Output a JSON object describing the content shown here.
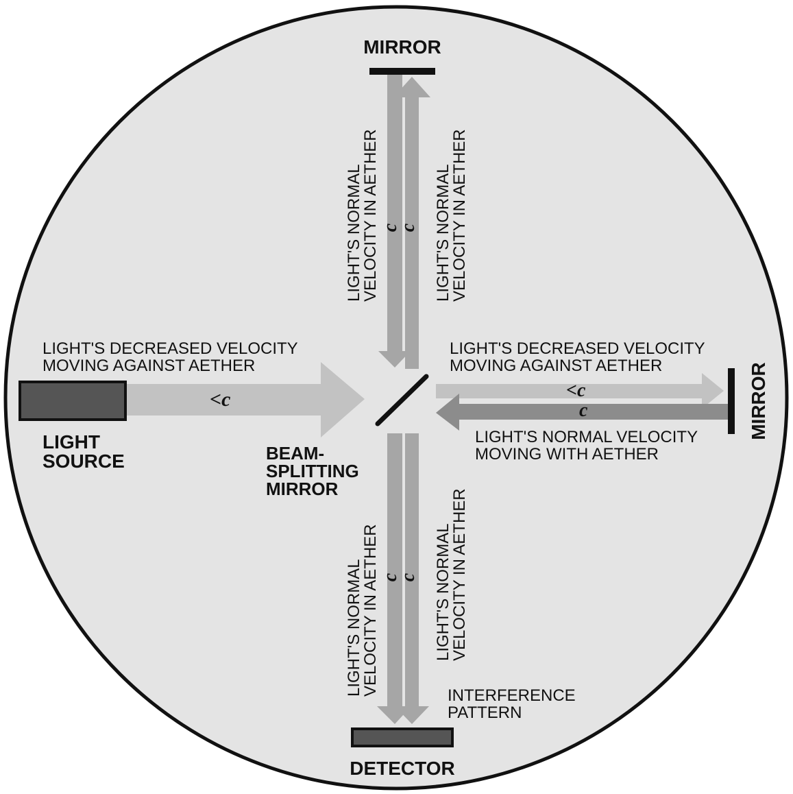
{
  "components": {
    "top_mirror": "MIRROR",
    "right_mirror": "MIRROR",
    "light_source_line1": "LIGHT",
    "light_source_line2": "SOURCE",
    "beam_splitter_line1": "BEAM-",
    "beam_splitter_line2": "SPLITTING",
    "beam_splitter_line3": "MIRROR",
    "detector": "DETECTOR",
    "interference_line1": "INTERFERENCE",
    "interference_line2": "PATTERN"
  },
  "beam_labels": {
    "source_line1": "LIGHT'S DECREASED VELOCITY",
    "source_line2": "MOVING AGAINST AETHER",
    "right_out_line1": "LIGHT'S DECREASED VELOCITY",
    "right_out_line2": "MOVING AGAINST AETHER",
    "right_return_line1": "LIGHT'S NORMAL VELOCITY",
    "right_return_line2": "MOVING WITH AETHER",
    "vertical_line1": "LIGHT'S NORMAL",
    "vertical_line2": "VELOCITY IN AETHER"
  },
  "velocity_symbols": {
    "decreased": "<c",
    "normal": "c"
  },
  "colors": {
    "background_disc": "#e4e4e4",
    "beam_light": "#c2c2c2",
    "beam_medium": "#a6a6a6",
    "beam_dark": "#8c8c8c",
    "device_fill": "#555555",
    "outline": "#111111"
  }
}
